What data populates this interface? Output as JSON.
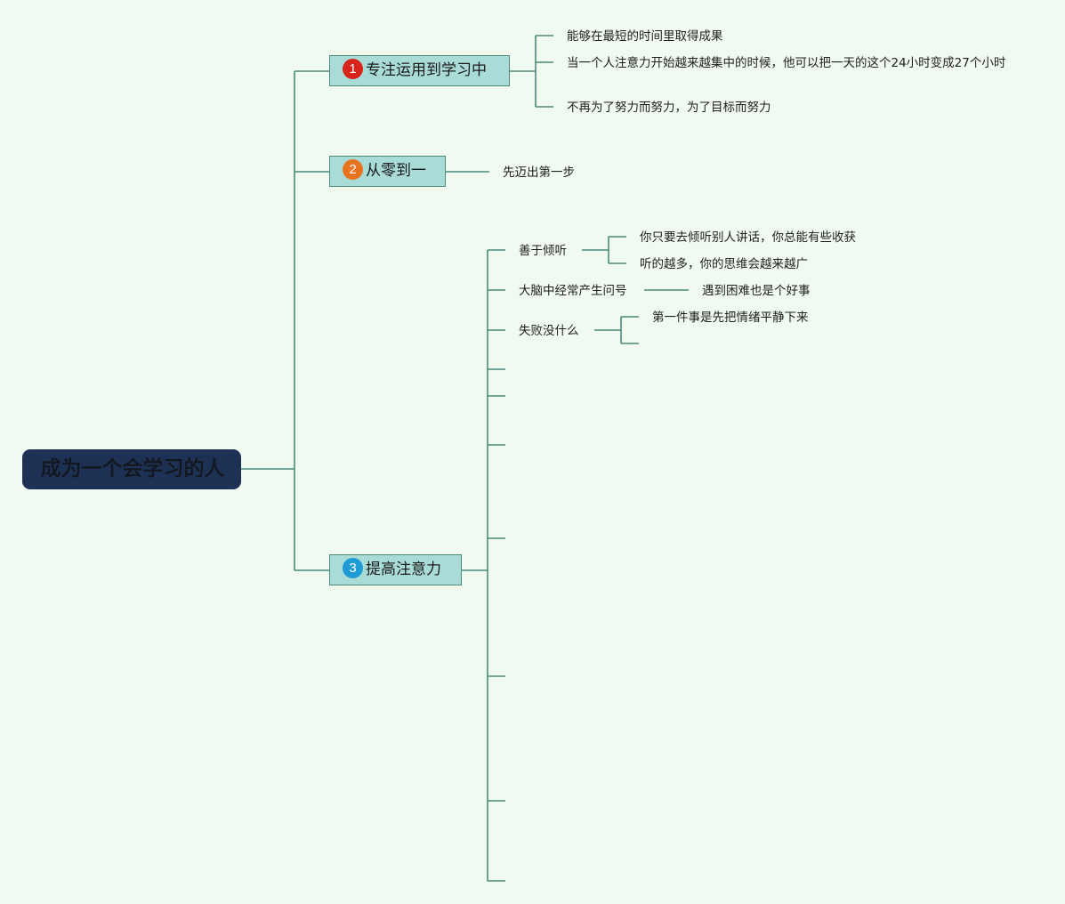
{
  "root": {
    "label": "成为一个会学习的人"
  },
  "branches": [
    {
      "badge": "1",
      "badge_color": "#d8251c",
      "label": "专注运用到学习中",
      "children": [
        {
          "label": "能够在最短的时间里取得成果"
        },
        {
          "label": "当一个人注意力开始越来越集中的时候，他可以把一天的这个24小时变成27个小时"
        },
        {
          "label": "不再为了努力而努力，为了目标而努力"
        }
      ]
    },
    {
      "badge": "2",
      "badge_color": "#e8731f",
      "label": "从零到一",
      "children": [
        {
          "label": "先迈出第一步"
        }
      ]
    },
    {
      "badge": "3",
      "badge_color": "#1e9ad6",
      "label": "提高注意力",
      "children": [
        {
          "label": "善于倾听",
          "children": [
            {
              "label": "你只要去倾听别人讲话，你总能有些收获"
            },
            {
              "label": "听的越多，你的思维会越来越广"
            }
          ]
        },
        {
          "label": "大脑中经常产生问号",
          "children": [
            {
              "label": "遇到困难也是个好事"
            }
          ]
        },
        {
          "label": "失败没什么",
          "children": [
            {
              "label": "第一件事是先把情绪平静下来"
            }
          ]
        }
      ]
    }
  ],
  "colors": {
    "background": "#f0faf0",
    "connector": "#4a8a7b",
    "root_fill": "#1d3154",
    "branch_fill": "#a9dcd7"
  }
}
